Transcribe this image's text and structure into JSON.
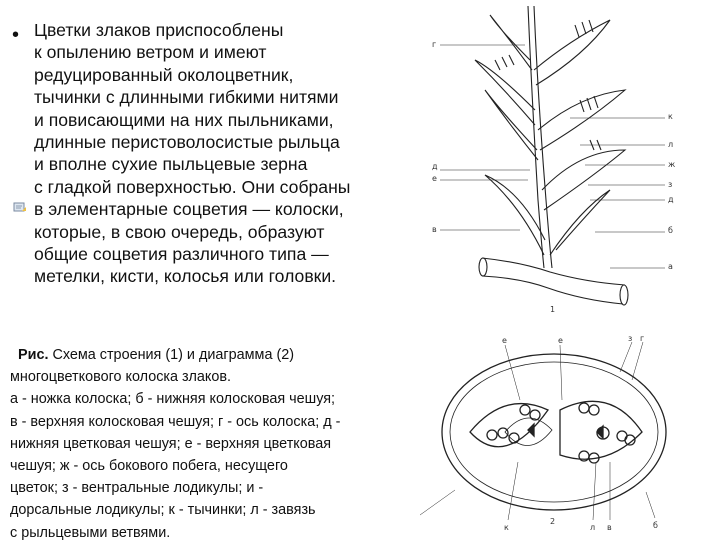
{
  "bullet": "•",
  "main_text": [
    "Цветки злаков приспособлены",
    "к опылению ветром и имеют",
    "редуцированный околоцветник,",
    "тычинки с длинными гибкими нитями",
    "и повисающими на них пыльниками,",
    "длинные перистоволосистые рыльца",
    "и вполне сухие пыльцевые зерна",
    "с гладкой поверхностью. Они собраны",
    "в элементарные соцветия — колоски,",
    "которые, в свою очередь, образуют",
    "общие соцветия различного типа —",
    "метелки, кисти, колосья или головки."
  ],
  "caption": {
    "prefix": "Рис.",
    "lines": [
      " Схема строения (1) и диаграмма (2)",
      "многоцветкового колоска злаков.",
      "а - ножка колоска; б - нижняя колосковая чешуя;",
      "в - верхняя колосковая чешуя; г - ось колоска; д -",
      "нижняя цветковая чешуя; е - верхняя цветковая",
      "чешуя; ж - ось бокового побега, несущего",
      "цветок; з - вентральные лодикулы; и -",
      "дорсальные лодикулы; к - тычинки; л - завязь",
      "с рыльцевыми ветвями."
    ]
  },
  "figure_labels": {
    "fig1": "1",
    "fig2": "2",
    "g": "г",
    "k": "к",
    "l": "л",
    "d": "д",
    "zh": "ж",
    "e": "е",
    "z": "з",
    "v": "в",
    "b": "б",
    "a": "а",
    "e2": "е",
    "z2": "з",
    "g2": "г",
    "k2": "к",
    "l2": "л",
    "v2": "в",
    "b2": "б",
    "d2": "д",
    "e3": "е"
  },
  "icons": {
    "note": "note-icon"
  },
  "colors": {
    "text": "#111111",
    "line": "#222222"
  }
}
